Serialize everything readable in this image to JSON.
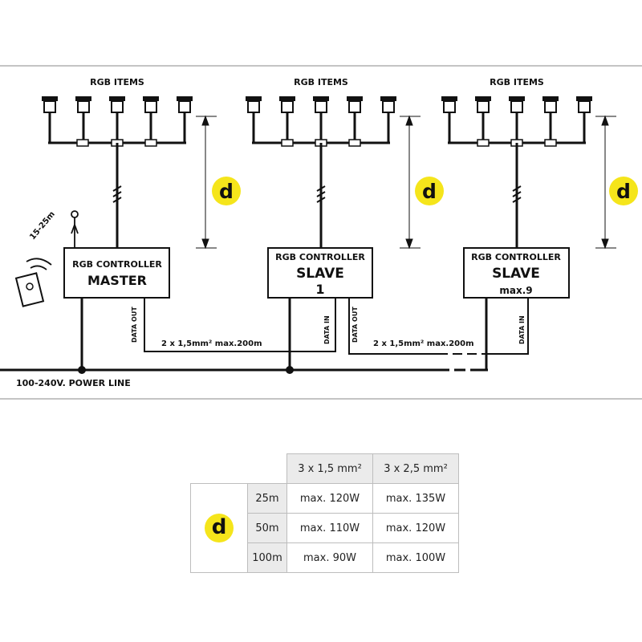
{
  "rgb_items_label": "RGB ITEMS",
  "d_label": "d",
  "range_label": "15-25m",
  "colors": {
    "highlight": "#f5e51b",
    "line": "#111111",
    "border": "#bdbdbd",
    "header_bg": "#ebebeb"
  },
  "controllers": [
    {
      "line1": "RGB CONTROLLER",
      "line2": "MASTER",
      "line3": ""
    },
    {
      "line1": "RGB CONTROLLER",
      "line2": "SLAVE",
      "line3": "1"
    },
    {
      "line1": "RGB CONTROLLER",
      "line2": "SLAVE",
      "line3": "max.9"
    }
  ],
  "data_out_label": "DATA OUT",
  "data_in_label": "DATA IN",
  "cable_label": "2 x 1,5mm² max.200m",
  "power_line_label": "100-240V. POWER LINE",
  "table": {
    "columns": [
      "3 x 1,5 mm²",
      "3 x 2,5 mm²"
    ],
    "rows": [
      {
        "distance": "25m",
        "values": [
          "max. 120W",
          "max. 135W"
        ]
      },
      {
        "distance": "50m",
        "values": [
          "max. 110W",
          "max. 120W"
        ]
      },
      {
        "distance": "100m",
        "values": [
          "max. 90W",
          "max. 100W"
        ]
      }
    ]
  }
}
